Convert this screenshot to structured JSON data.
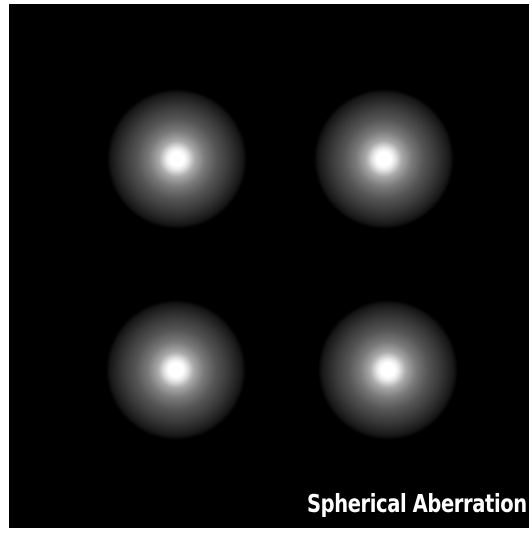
{
  "caption": "Spherical Aberration",
  "colors": {
    "background": "#000000",
    "border": "#ffffff",
    "spot_core": "#ffffff"
  },
  "spots": [
    {
      "name": "spot-top-left"
    },
    {
      "name": "spot-top-right"
    },
    {
      "name": "spot-bottom-left"
    },
    {
      "name": "spot-bottom-right"
    }
  ]
}
